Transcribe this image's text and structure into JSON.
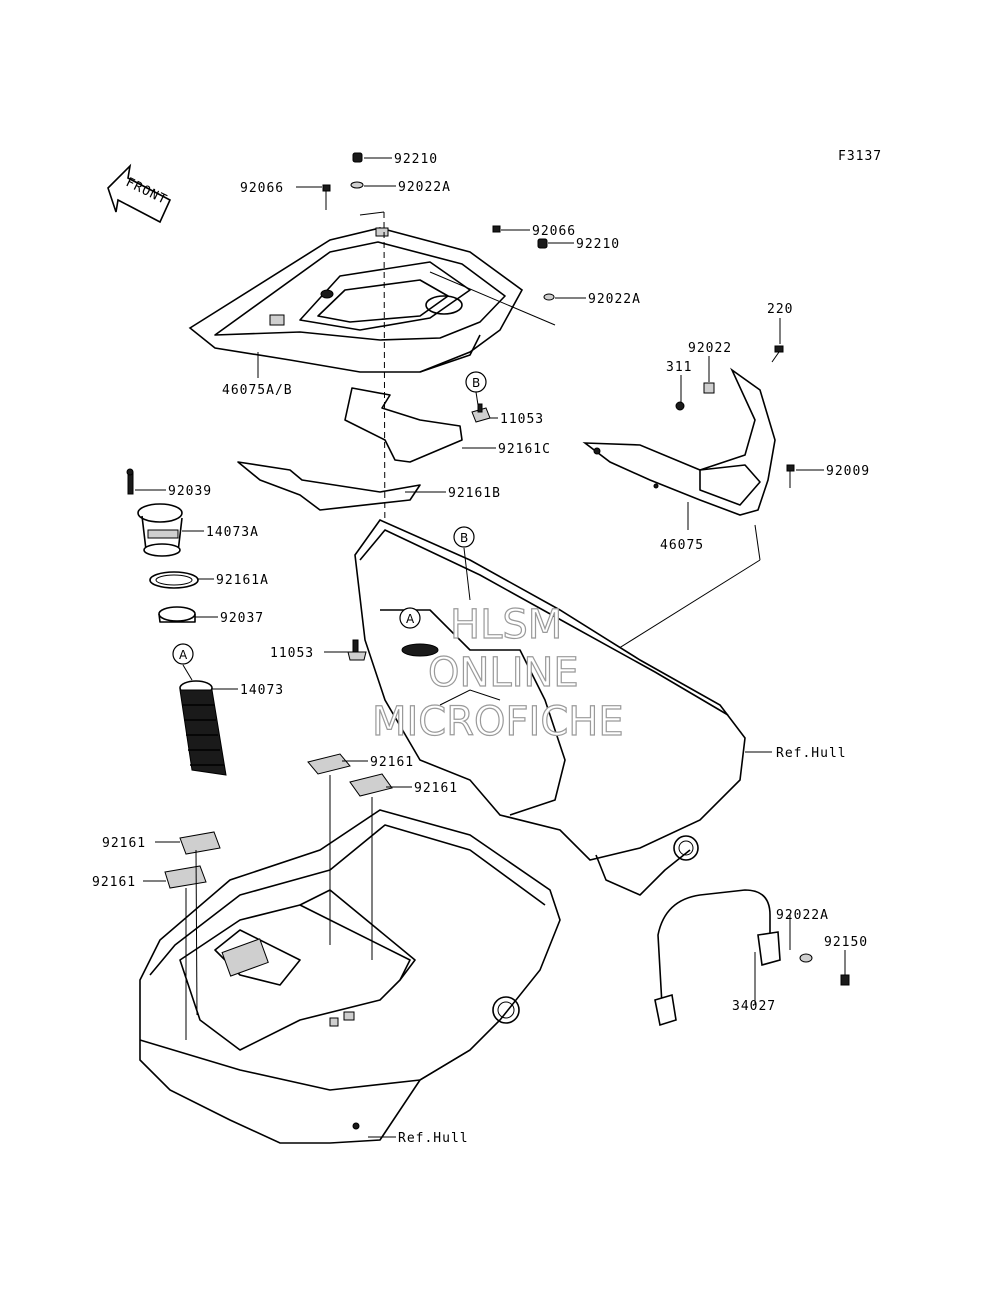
{
  "figure_code": "F3137",
  "front_label": "FRONT",
  "watermark": [
    "HLSM",
    "ONLINE",
    "MICROFICHE"
  ],
  "ref_markers": [
    "A",
    "B"
  ],
  "part_labels": {
    "p92210_top": "92210",
    "p92066_left": "92066",
    "p92022A_top": "92022A",
    "p92066_right": "92066",
    "p92210_right": "92210",
    "p92022A_right": "92022A",
    "p220": "220",
    "p92022": "92022",
    "p311": "311",
    "p46075AB": "46075A/B",
    "p11053_top": "11053",
    "p92161C": "92161C",
    "p92009": "92009",
    "p92039": "92039",
    "p92161B": "92161B",
    "p14073A": "14073A",
    "p46075": "46075",
    "p92161A": "92161A",
    "p92037": "92037",
    "p11053_mid": "11053",
    "p14073": "14073",
    "p_refhull_right": "Ref.Hull",
    "p92161_a": "92161",
    "p92161_b": "92161",
    "p92161_c": "92161",
    "p92161_d": "92161",
    "p92022A_bottom": "92022A",
    "p92150": "92150",
    "p34027": "34027",
    "p_refhull_bottom": "Ref.Hull"
  }
}
